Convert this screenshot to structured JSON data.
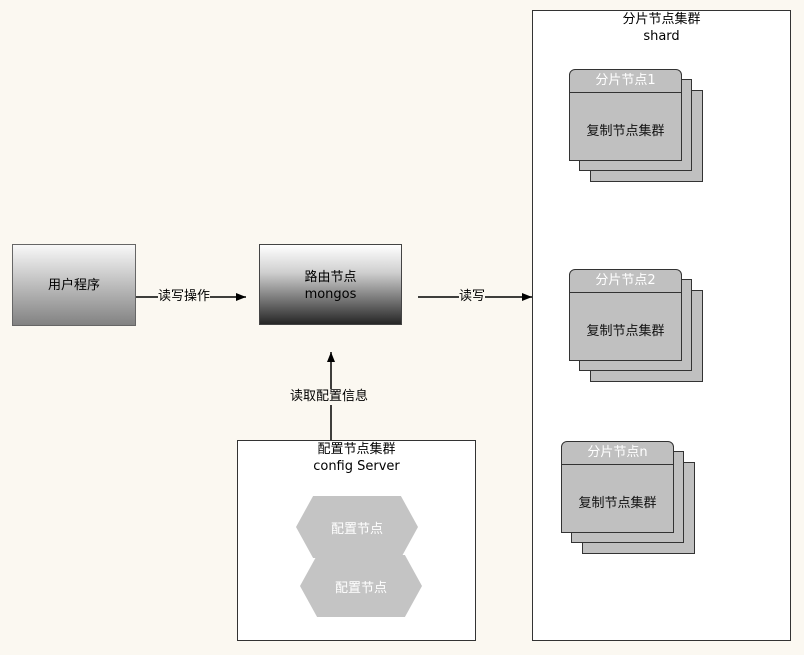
{
  "client": {
    "label": "用户程序"
  },
  "router": {
    "title": "路由节点",
    "subtitle": "mongos"
  },
  "edges": {
    "client_to_router": "读写操作",
    "router_to_shard": "读写",
    "config_to_router": "读取配置信息"
  },
  "shard_cluster": {
    "title": "分片节点集群",
    "subtitle": "shard",
    "nodes": [
      {
        "tab": "分片节点1",
        "body": "复制节点集群"
      },
      {
        "tab": "分片节点2",
        "body": "复制节点集群"
      },
      {
        "tab": "分片节点n",
        "body": "复制节点集群"
      }
    ]
  },
  "config_cluster": {
    "title": "配置节点集群",
    "subtitle": "config Server",
    "nodes": [
      "配置节点",
      "配置节点"
    ]
  }
}
